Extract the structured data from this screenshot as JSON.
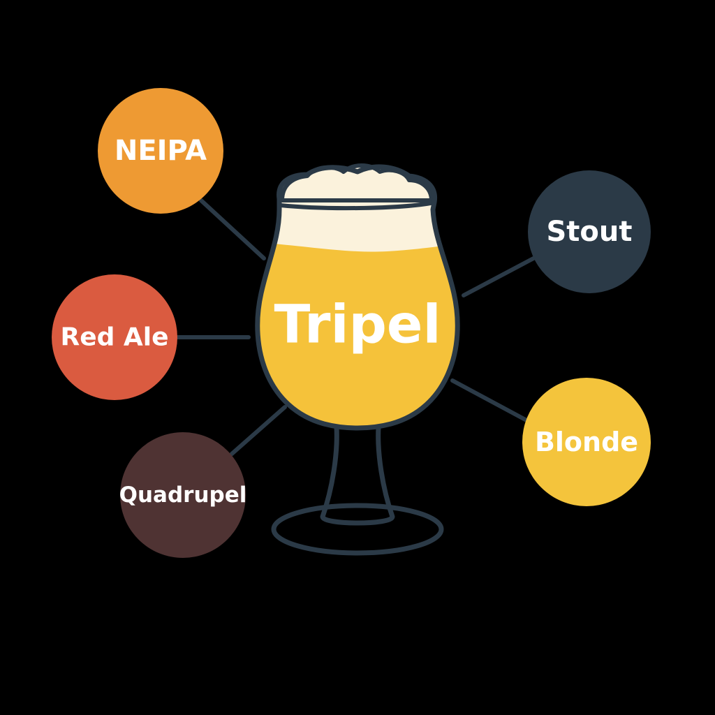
{
  "center": {
    "label": "Tripel"
  },
  "nodes": [
    {
      "id": "neipa",
      "label": "NEIPA",
      "color": "#ee9a33"
    },
    {
      "id": "red-ale",
      "label": "Red Ale",
      "color": "#da5b40"
    },
    {
      "id": "quadrupel",
      "label": "Quadrupel",
      "color": "#4f3333"
    },
    {
      "id": "stout",
      "label": "Stout",
      "color": "#2b3a47"
    },
    {
      "id": "blonde",
      "label": "Blonde",
      "color": "#f4c43c"
    }
  ],
  "colors": {
    "background": "#000000",
    "outline": "#2b3a47",
    "beer": "#f5c23a",
    "foam": "#fbf2dc"
  },
  "icons": {
    "glass": "tulip-beer-glass-icon"
  }
}
